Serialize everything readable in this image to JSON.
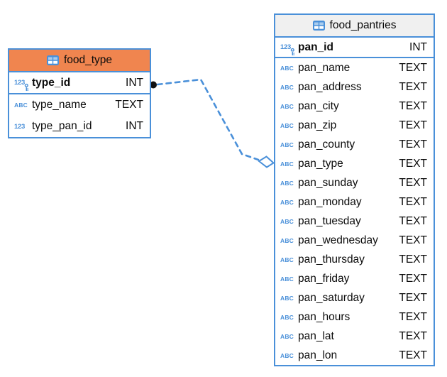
{
  "diagram": {
    "icon_labels": {
      "number": "123",
      "text": "ABC"
    },
    "colors": {
      "table_border": "#4A90D9",
      "food_type_header": "#F0854F",
      "food_pantries_header": "#F0F0F0",
      "relationship_line": "#4A90D9",
      "dot_endpoint": "#111111"
    },
    "tables": [
      {
        "name": "food_type",
        "columns": [
          {
            "name": "type_id",
            "type": "INT",
            "key": true,
            "icon": "number-key"
          },
          {
            "name": "type_name",
            "type": "TEXT",
            "key": false,
            "icon": "text"
          },
          {
            "name": "type_pan_id",
            "type": "INT",
            "key": false,
            "icon": "number"
          }
        ]
      },
      {
        "name": "food_pantries",
        "columns": [
          {
            "name": "pan_id",
            "type": "INT",
            "key": true,
            "icon": "number-key"
          },
          {
            "name": "pan_name",
            "type": "TEXT",
            "key": false,
            "icon": "text"
          },
          {
            "name": "pan_address",
            "type": "TEXT",
            "key": false,
            "icon": "text"
          },
          {
            "name": "pan_city",
            "type": "TEXT",
            "key": false,
            "icon": "text"
          },
          {
            "name": "pan_zip",
            "type": "TEXT",
            "key": false,
            "icon": "text"
          },
          {
            "name": "pan_county",
            "type": "TEXT",
            "key": false,
            "icon": "text"
          },
          {
            "name": "pan_type",
            "type": "TEXT",
            "key": false,
            "icon": "text"
          },
          {
            "name": "pan_sunday",
            "type": "TEXT",
            "key": false,
            "icon": "text"
          },
          {
            "name": "pan_monday",
            "type": "TEXT",
            "key": false,
            "icon": "text"
          },
          {
            "name": "pan_tuesday",
            "type": "TEXT",
            "key": false,
            "icon": "text"
          },
          {
            "name": "pan_wednesday",
            "type": "TEXT",
            "key": false,
            "icon": "text"
          },
          {
            "name": "pan_thursday",
            "type": "TEXT",
            "key": false,
            "icon": "text"
          },
          {
            "name": "pan_friday",
            "type": "TEXT",
            "key": false,
            "icon": "text"
          },
          {
            "name": "pan_saturday",
            "type": "TEXT",
            "key": false,
            "icon": "text"
          },
          {
            "name": "pan_hours",
            "type": "TEXT",
            "key": false,
            "icon": "text"
          },
          {
            "name": "pan_lat",
            "type": "TEXT",
            "key": false,
            "icon": "text"
          },
          {
            "name": "pan_lon",
            "type": "TEXT",
            "key": false,
            "icon": "text"
          }
        ]
      }
    ],
    "relationship": {
      "from": "food_type.type_id",
      "to": "food_pantries",
      "style": "dashed",
      "endpoints": {
        "start": "dot",
        "end": "diamond"
      }
    }
  }
}
